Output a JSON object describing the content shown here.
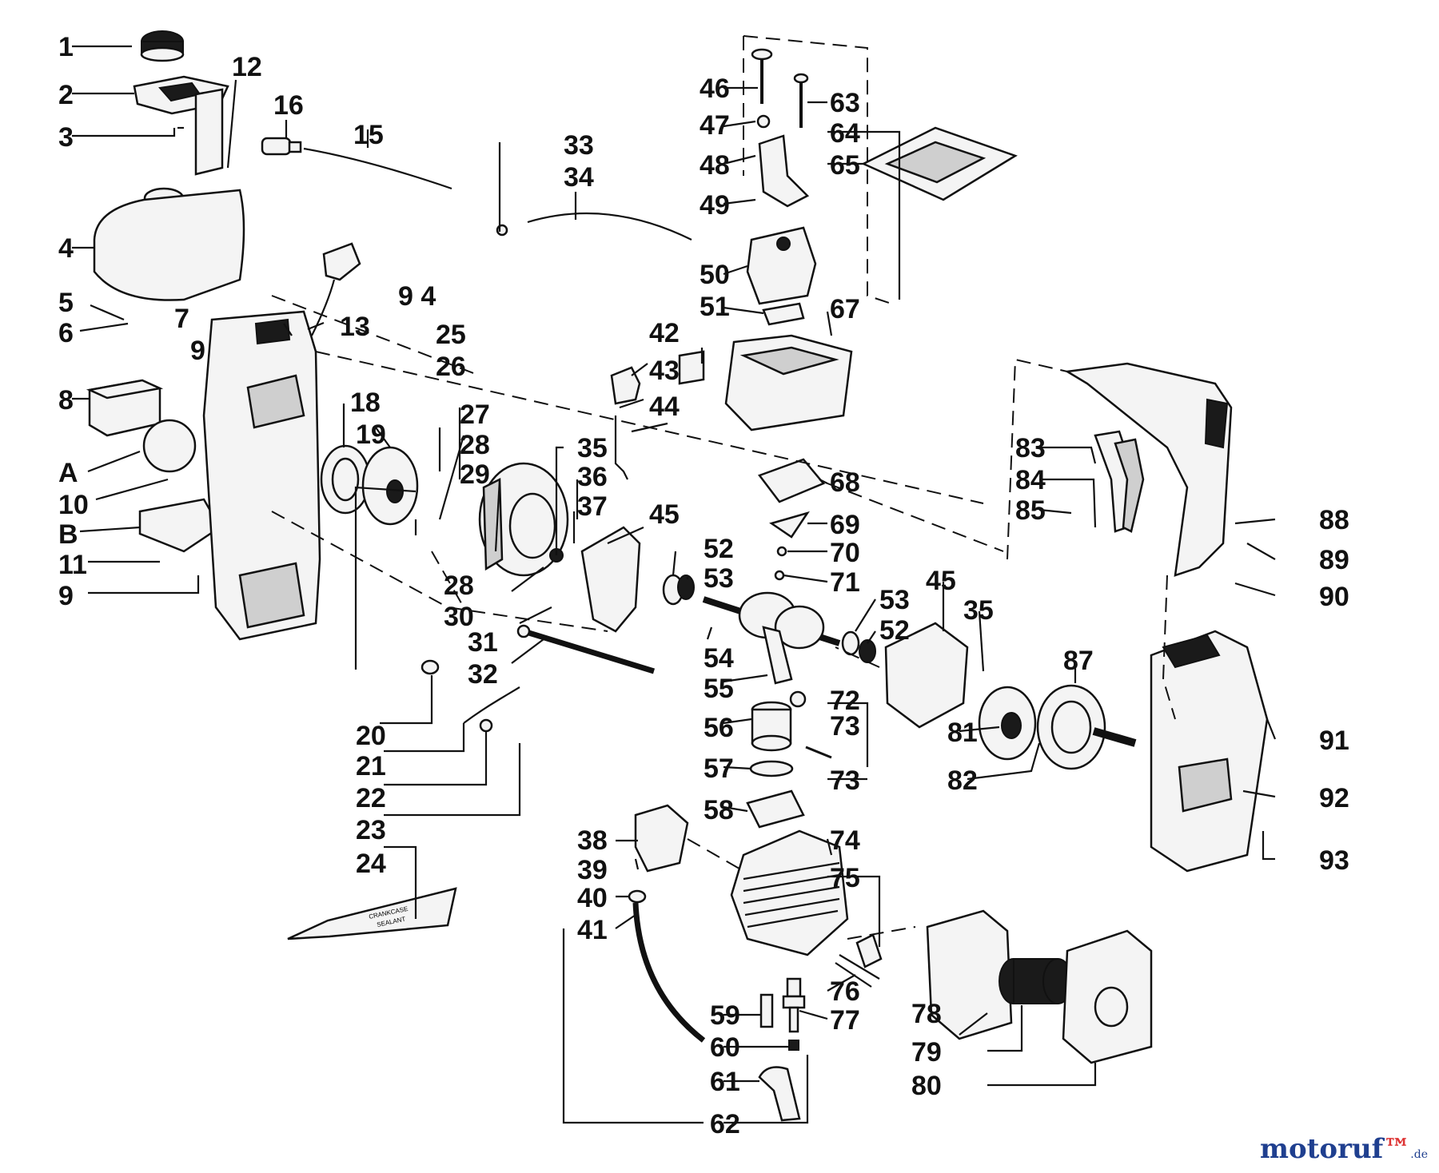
{
  "labels": {
    "l1": "1",
    "l2": "2",
    "l3": "3",
    "l4": "4",
    "l5": "5",
    "l6": "6",
    "l7": "7",
    "l8": "8",
    "l9a": "9",
    "l9b": "9",
    "lA": "A",
    "l10": "10",
    "lB": "B",
    "l11": "11",
    "l12": "12",
    "l13": "13",
    "l15": "15",
    "l16": "16",
    "l18": "18",
    "l19": "19",
    "l20": "20",
    "l21": "21",
    "l22": "22",
    "l23": "23",
    "l24": "24",
    "l25": "25",
    "l26": "26",
    "l27": "27",
    "l28a": "28",
    "l28b": "28",
    "l29": "29",
    "l30": "30",
    "l31": "31",
    "l32": "32",
    "l33": "33",
    "l34": "34",
    "l35a": "35",
    "l35b": "35",
    "l36": "36",
    "l37": "37",
    "l38": "38",
    "l39": "39",
    "l40": "40",
    "l41": "41",
    "l42": "42",
    "l43": "43",
    "l44": "44",
    "l45a": "45",
    "l45b": "45",
    "l46": "46",
    "l47": "47",
    "l48": "48",
    "l49": "49",
    "l50": "50",
    "l51": "51",
    "l52a": "52",
    "l52b": "52",
    "l53a": "53",
    "l53b": "53",
    "l54": "54",
    "l55": "55",
    "l56": "56",
    "l57": "57",
    "l58": "58",
    "l59": "59",
    "l60": "60",
    "l61": "61",
    "l62": "62",
    "l63": "63",
    "l64": "64",
    "l65": "65",
    "l67": "67",
    "l68": "68",
    "l69": "69",
    "l70": "70",
    "l71": "71",
    "l72": "72",
    "l73a": "73",
    "l73b": "73",
    "l74": "74",
    "l75": "75",
    "l76": "76",
    "l77": "77",
    "l78": "78",
    "l79": "79",
    "l80": "80",
    "l81": "81",
    "l82": "82",
    "l83": "83",
    "l84": "84",
    "l85": "85",
    "l87": "87",
    "l88": "88",
    "l89": "89",
    "l90": "90",
    "l91": "91",
    "l92": "92",
    "l93": "93",
    "l94": "9 4"
  },
  "tube_text": {
    "line1": "CRANKCASE",
    "line2": "SEALANT"
  },
  "watermark": {
    "brand_main": "motoruf",
    "brand_accent": "™",
    "domain": ".de"
  }
}
